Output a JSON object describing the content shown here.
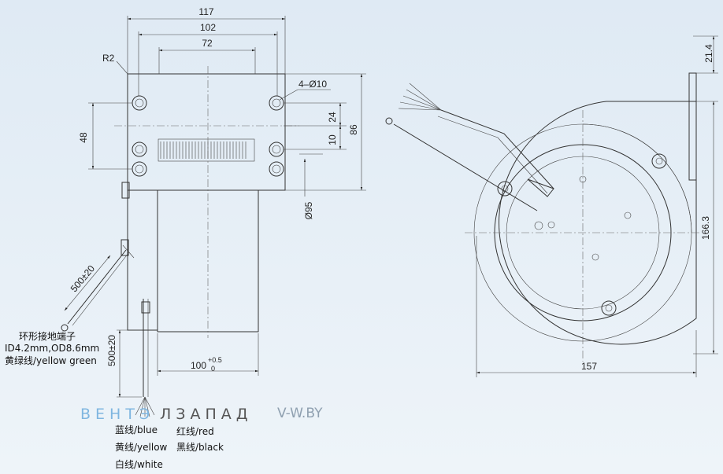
{
  "dimensions": {
    "d117": "117",
    "d102": "102",
    "d72": "72",
    "r2": "R2",
    "holes": "4–Ø10",
    "d48": "48",
    "d24": "24",
    "d10": "10",
    "d86": "86",
    "d95": "Ø95",
    "cable_ground": "500±20",
    "cable_main": "500±20",
    "d100": "100",
    "d100_tol_upper": "+0.5",
    "d100_tol_lower": "0",
    "d21_4": "21.4",
    "d166_3": "166.3",
    "d157": "157"
  },
  "ground_note": {
    "line1": "环形接地端子",
    "line2": "ID4.2mm,OD8.6mm",
    "line3": "黄绿线/yellow green"
  },
  "wires": {
    "blue": "蓝线/blue",
    "red": "红线/red",
    "yellow": "黄线/yellow",
    "black": "黑线/black",
    "white": "白线/white"
  },
  "watermark": {
    "brand_part1": "ВЕНТЭ",
    "brand_part2": "ЛЗАПАД",
    "site": "V-W.BY",
    "color_part1": "#7fb6e0",
    "color_part2": "#555555"
  }
}
